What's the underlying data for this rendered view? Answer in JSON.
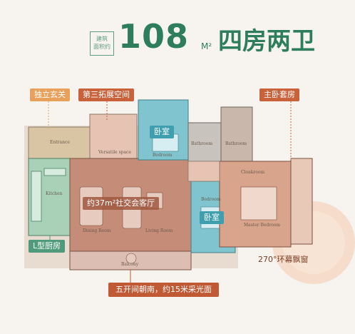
{
  "header": {
    "badge": "建筑\n面积约",
    "number": "108",
    "unit": "M²",
    "type": "四房两卫"
  },
  "tags": {
    "foyer": "独立玄关",
    "third_space": "第三拓展空间",
    "master_suite": "主卧套房",
    "kitchen": "L型厨房",
    "living": "约37m²社交会客厅",
    "bay": "270°环幕飘窗",
    "south": "五开间朝南，约15米采光面"
  },
  "rooms": {
    "bedroom_top": "卧室",
    "bedroom_bottom": "卧室",
    "entrance": "Entrance",
    "versatile": "Versatile space",
    "kitchen": "Kitchen",
    "dining": "Dining Room",
    "living": "Living Room",
    "balcony": "Balcony",
    "bedroom_en1": "Bedroom",
    "bedroom_en2": "Bedroom",
    "bathroom1": "Bathroom",
    "bathroom2": "Bathroom",
    "cloakroom": "Cloakroom",
    "master": "Master Bedroom"
  },
  "colors": {
    "accent_green": "#2e7d5f",
    "accent_orange": "#e8a15b",
    "accent_rust": "#c9613b",
    "living_fill": "#c58c78",
    "bedroom_fill": "#7fc4cf"
  }
}
